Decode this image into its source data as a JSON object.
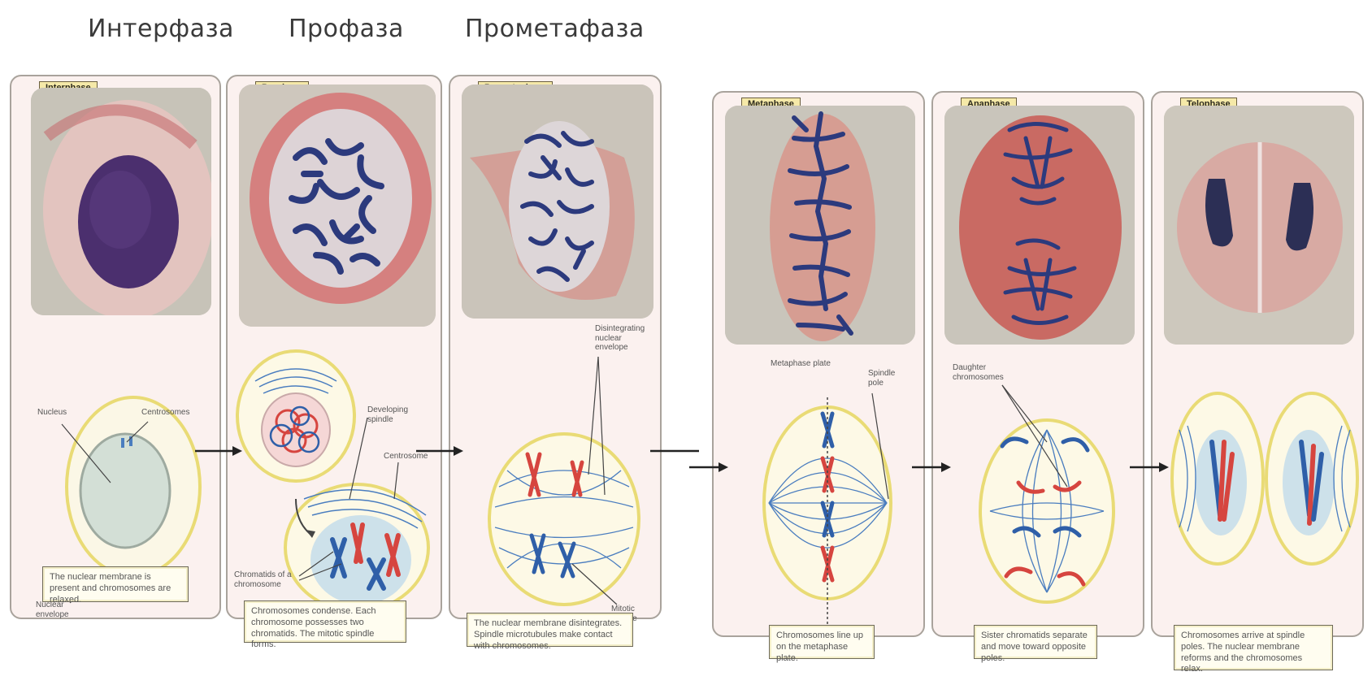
{
  "russian_titles": {
    "interphase": "Интерфаза",
    "prophase": "Профаза",
    "prometaphase": "Прометафаза"
  },
  "stages": [
    {
      "key": "interphase",
      "tag": "Interphase",
      "caption": "The nuclear membrane is present and chromosomes are relaxed."
    },
    {
      "key": "prophase",
      "tag": "Prophase",
      "caption": "Chromosomes condense. Each chromosome possesses two chromatids. The mitotic spindle forms."
    },
    {
      "key": "prometaphase",
      "tag": "Prometaphase",
      "caption": "The nuclear membrane disintegrates. Spindle microtubules make contact with chromosomes."
    },
    {
      "key": "metaphase",
      "tag": "Metaphase",
      "caption": "Chromosomes line up on the metaphase plate."
    },
    {
      "key": "anaphase",
      "tag": "Anaphase",
      "caption": "Sister chromatids separate and move toward opposite poles."
    },
    {
      "key": "telophase",
      "tag": "Telophase",
      "caption": "Chromosomes arrive at spindle poles. The nuclear membrane reforms and the chromosomes relax."
    }
  ],
  "labels": {
    "nucleus": "Nucleus",
    "centrosomes": "Centrosomes",
    "nuclear_envelope": "Nuclear envelope",
    "developing_spindle": "Developing spindle",
    "centrosome": "Centrosome",
    "chromatids": "Chromatids of a chromosome",
    "disintegrating_envelope": "Disintegrating nuclear envelope",
    "mitotic_spindle": "Mitotic spindle",
    "metaphase_plate": "Metaphase plate",
    "spindle_pole": "Spindle pole",
    "daughter_chromosomes": "Daughter chromosomes"
  },
  "colors": {
    "chromosome_red": "#d6453f",
    "chromosome_blue": "#2f5fa8",
    "membrane_yellow": "#e9db75",
    "panel_bg": "#fbf1ef",
    "tag_bg": "#f5e9a8"
  }
}
